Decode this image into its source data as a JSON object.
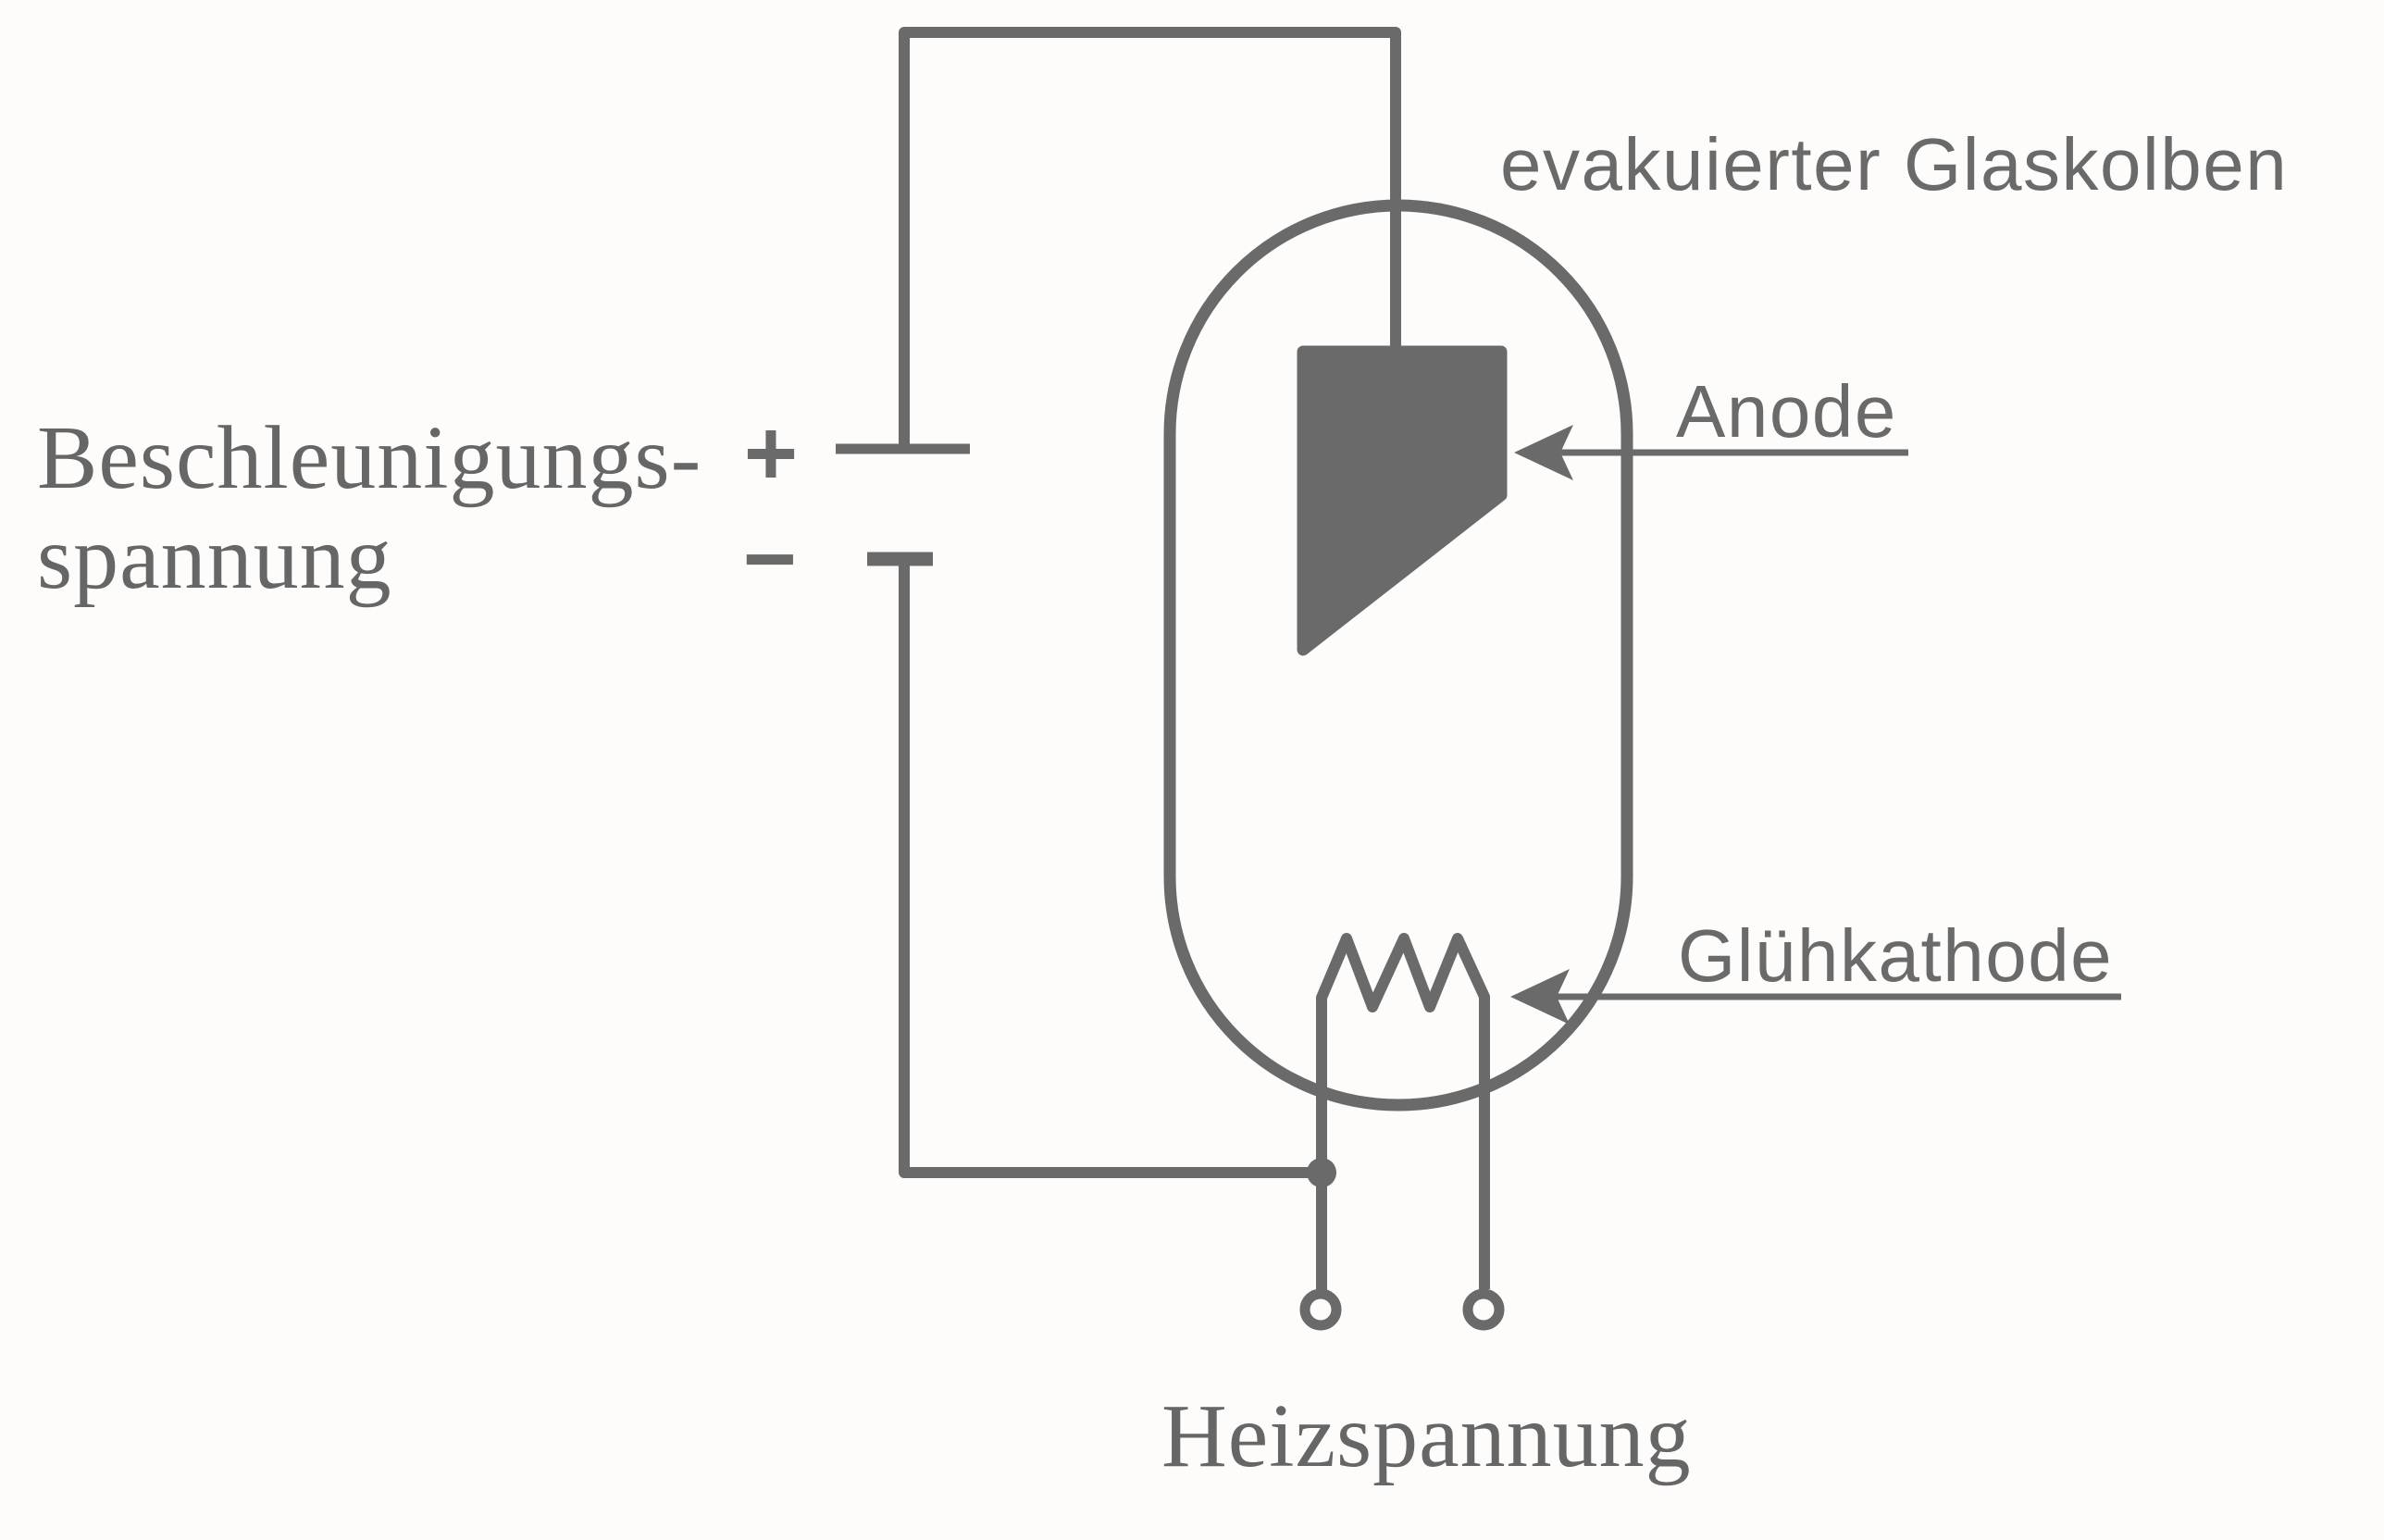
{
  "colors": {
    "stroke": "#6a6a6a",
    "text": "#666666",
    "background": "#fdfcfa"
  },
  "labels": {
    "acceleration_voltage": {
      "line1": "Beschleunigungs-",
      "line2": "spannung"
    },
    "battery": {
      "plus": "+",
      "minus": "−"
    },
    "glass_bulb": "evakuierter Glaskolben",
    "anode": "Anode",
    "cathode": "Glühkathode",
    "heater_voltage": "Heizspannung"
  }
}
